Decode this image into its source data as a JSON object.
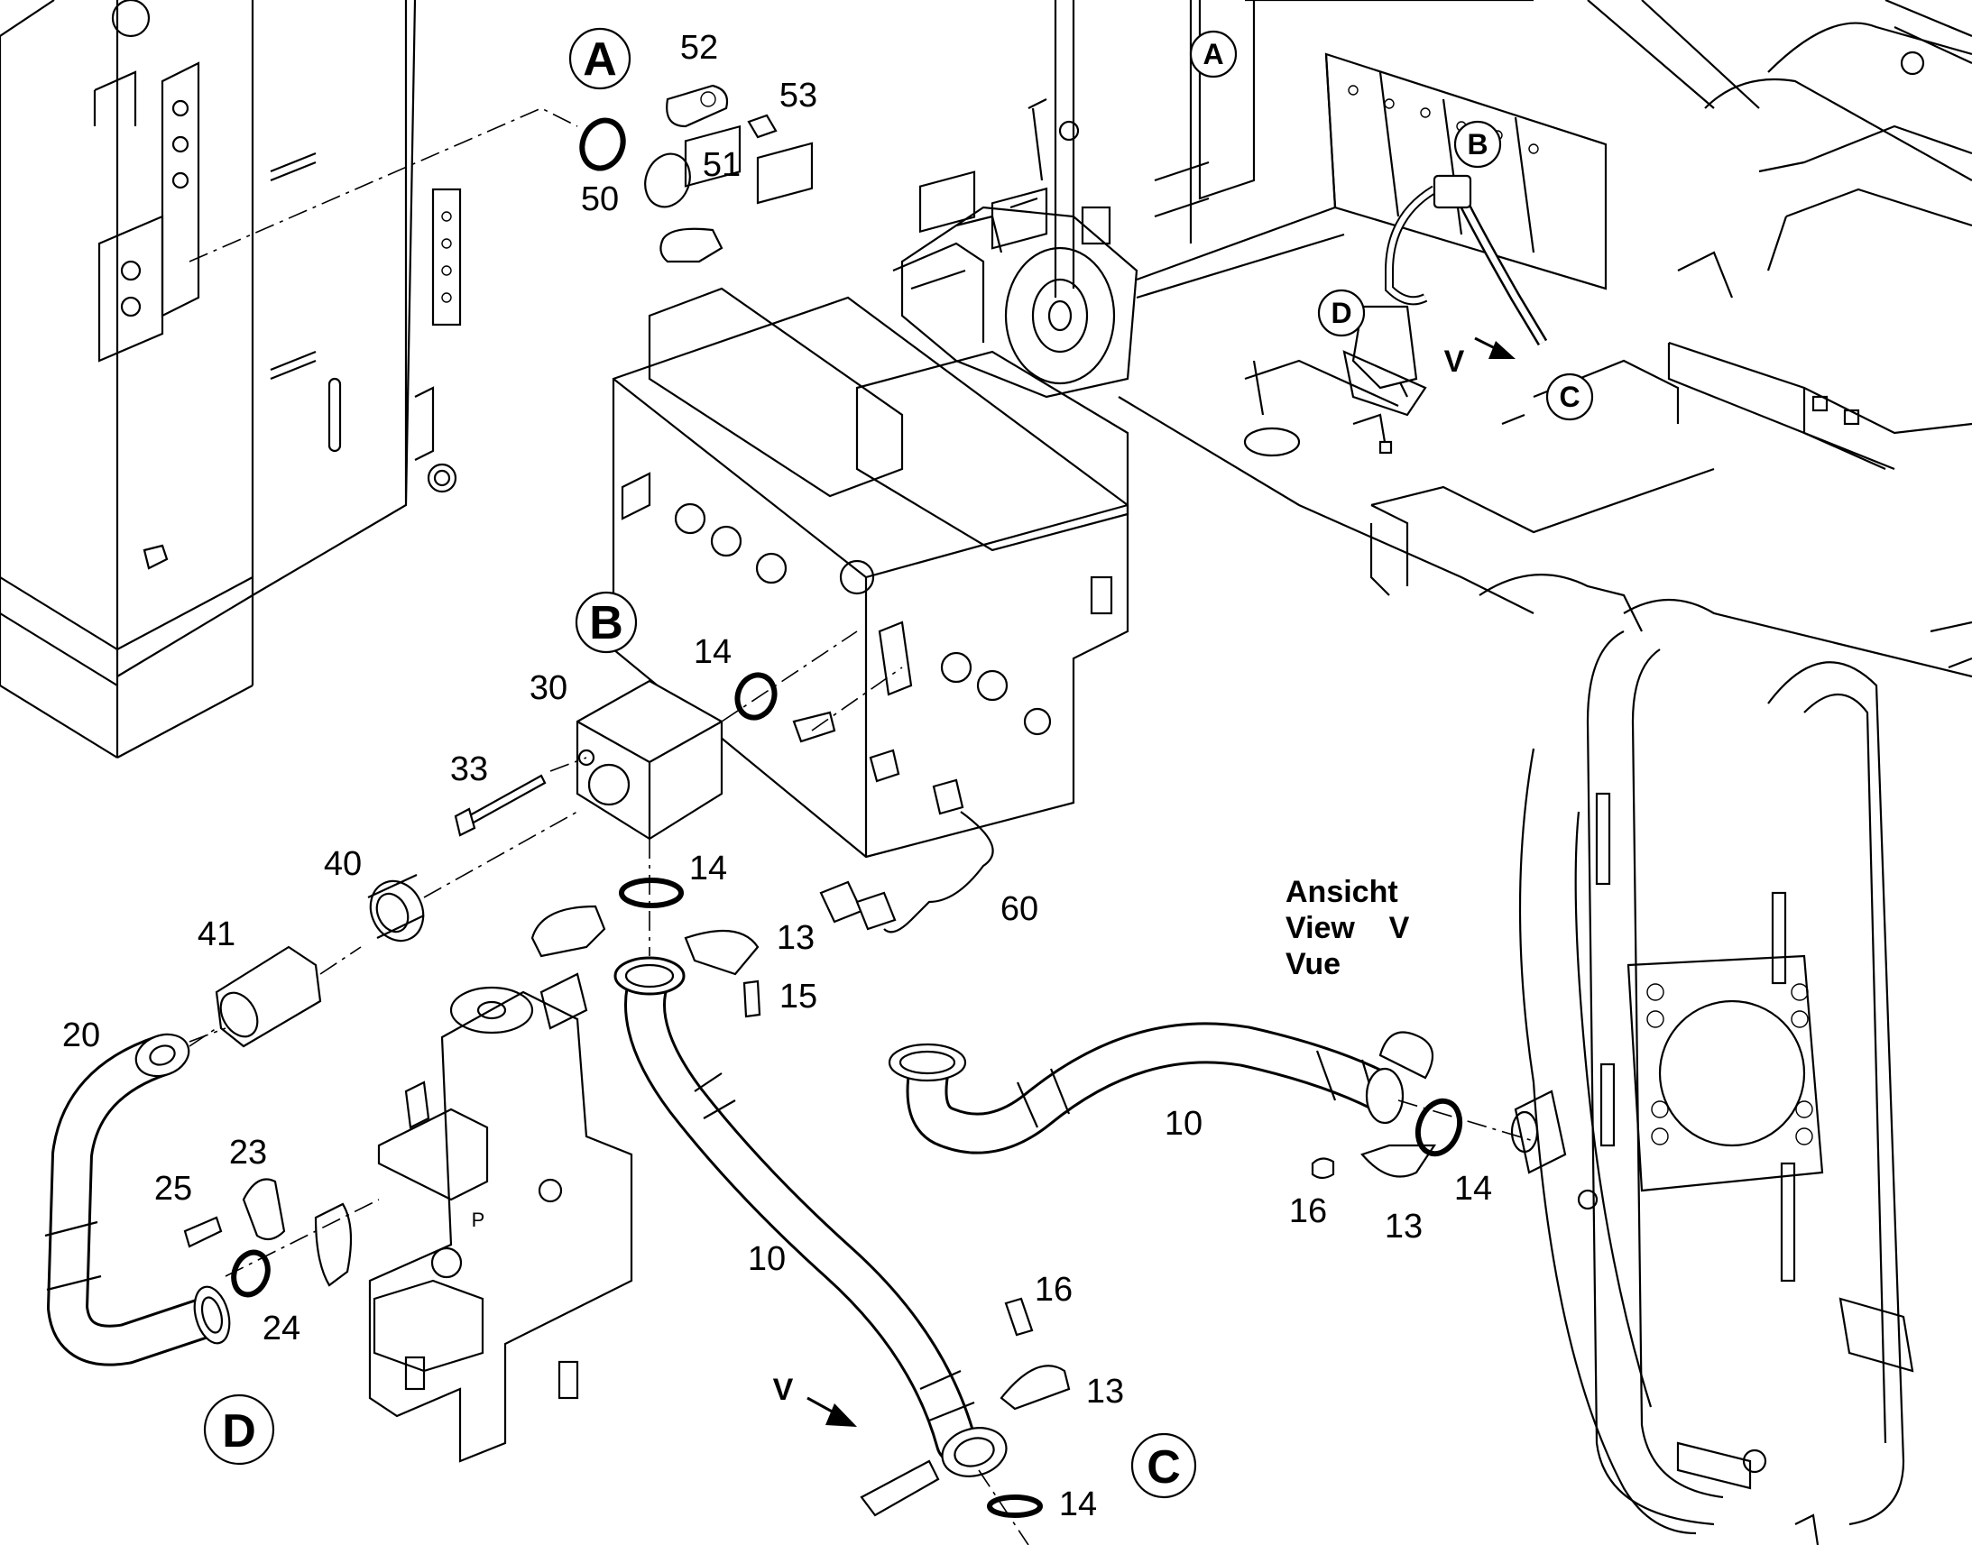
{
  "callouts": {
    "A_detail": "A",
    "B_detail": "B",
    "C_detail": "C",
    "D_detail": "D",
    "A_overview": "A",
    "B_overview": "B",
    "C_overview": "C",
    "D_overview": "D"
  },
  "parts": {
    "p52": "52",
    "p53": "53",
    "p51": "51",
    "p50": "50",
    "p14_b1": "14",
    "p30": "30",
    "p33": "33",
    "p14_b2": "14",
    "p40": "40",
    "p41": "41",
    "p13_b": "13",
    "p15": "15",
    "p60": "60",
    "p20": "20",
    "p23": "23",
    "p25": "25",
    "p24": "24",
    "p10_c": "10",
    "p16_c": "16",
    "p13_c": "13",
    "p14_c": "14",
    "p10_v": "10",
    "p16_v": "16",
    "p13_v": "13",
    "p14_v": "14"
  },
  "view_labels": {
    "line1": "Ansicht",
    "line2": "View    V",
    "line3": "Vue",
    "arrow_v_main": "V",
    "arrow_v_overview": "V"
  },
  "diagram_marks": {
    "valve_port": "P"
  }
}
